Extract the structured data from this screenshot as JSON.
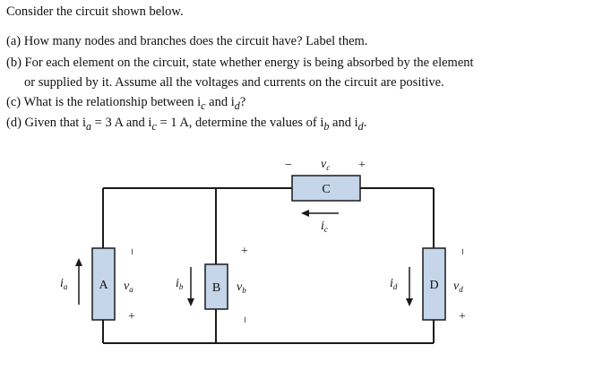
{
  "text": {
    "intro": "Consider the circuit shown below.",
    "a": "(a) How many nodes and branches does the circuit have? Label them.",
    "b1": "(b) For each element on the circuit, state whether energy is being absorbed by the element",
    "b2": "or supplied by it. Assume all the voltages and currents on the circuit are positive.",
    "c": "(c) What is the relationship between i",
    "c_sub1": "c",
    "c_mid": " and i",
    "c_sub2": "d",
    "c_end": "?",
    "d_pre": "(d) Given that i",
    "d_sub1": "a",
    "d_mid1": " = 3 A and i",
    "d_sub2": "c",
    "d_mid2": " = 1 A, determine the values of i",
    "d_sub3": "b",
    "d_mid3": " and i",
    "d_sub4": "d",
    "d_end": "."
  },
  "circuit": {
    "elements": {
      "A": "A",
      "B": "B",
      "C": "C",
      "D": "D"
    },
    "voltage_labels": {
      "a": "v",
      "a_sub": "a",
      "b": "v",
      "b_sub": "b",
      "c": "v",
      "c_sub": "c",
      "d": "v",
      "d_sub": "d"
    },
    "current_labels": {
      "a": "i",
      "a_sub": "a",
      "b": "i",
      "b_sub": "b",
      "c": "i",
      "c_sub": "c",
      "d": "i",
      "d_sub": "d"
    },
    "signs": {
      "plus": "+",
      "minus": "−"
    },
    "colors": {
      "element_fill": "#c5d5ea",
      "wire": "#1a1a1a"
    }
  }
}
